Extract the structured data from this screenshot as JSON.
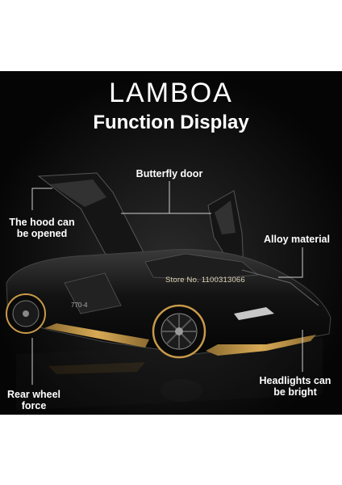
{
  "header": {
    "brand": "LAMBOA",
    "subtitle": "Function Display"
  },
  "callouts": {
    "butterfly_door": "Butterfly door",
    "hood_line1": "The hood can",
    "hood_line2": "be opened",
    "alloy": "Alloy material",
    "rear_line1": "Rear wheel",
    "rear_line2": "force",
    "head_line1": "Headlights can",
    "head_line2": "be bright"
  },
  "watermark": "Store No. 1100313066",
  "colors": {
    "background": "#050505",
    "car_body": "#0d0d0d",
    "accent_gold": "#c89a4a",
    "text": "#ffffff"
  }
}
